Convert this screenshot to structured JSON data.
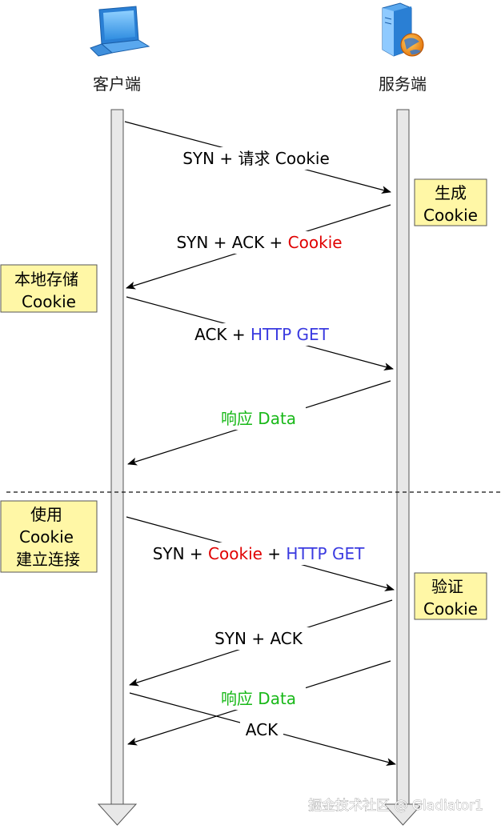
{
  "participants": {
    "client": "客户端",
    "server": "服务端"
  },
  "notes": {
    "server_generate": [
      "生成",
      "Cookie"
    ],
    "client_store": [
      "本地存储",
      "Cookie"
    ],
    "client_use": [
      "使用",
      "Cookie",
      "建立连接"
    ],
    "server_verify": [
      "验证",
      "Cookie"
    ]
  },
  "messages": {
    "m1": {
      "p1": "SYN + 请求 Cookie"
    },
    "m2": {
      "p1": "SYN + ACK + ",
      "p2": "Cookie"
    },
    "m3": {
      "p1": "ACK + ",
      "p2": "HTTP GET"
    },
    "m4": {
      "p1": "响应 Data"
    },
    "m5": {
      "p1": "SYN + ",
      "p2": "Cookie",
      "p3": " + ",
      "p4": "HTTP GET"
    },
    "m6": {
      "p1": "SYN + ACK"
    },
    "m7": {
      "p1": "响应 Data"
    },
    "m8": {
      "p1": "ACK"
    }
  },
  "watermark": "掘金技术社区 @ Gladiator1",
  "colors": {
    "note_fill": "#fff7a6",
    "cookie_red": "#e00000",
    "http_blue": "#3a3ae0",
    "data_green": "#18b818",
    "lifeline_fill": "#e8e8e8"
  },
  "icons": {
    "client": "laptop-icon",
    "server": "server-globe-icon"
  }
}
